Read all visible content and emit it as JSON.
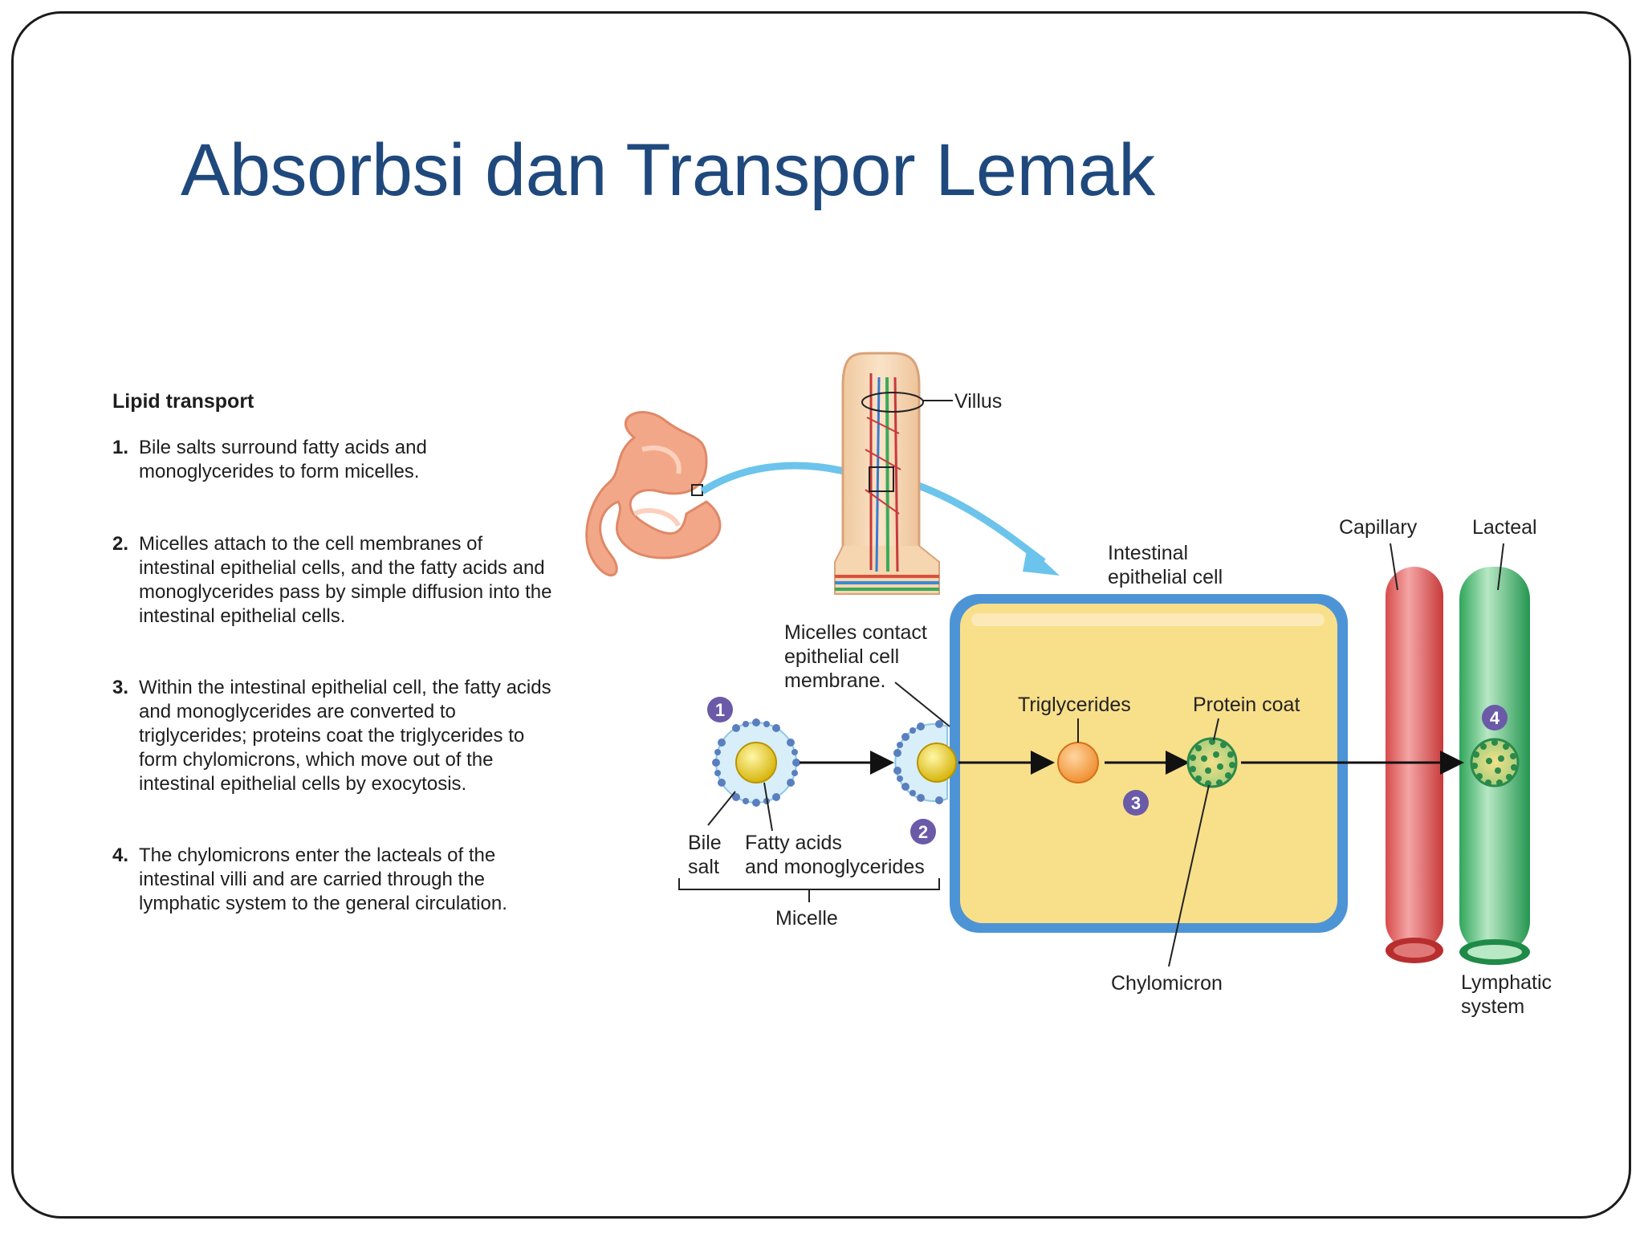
{
  "slide": {
    "title": "Absorbsi dan Transpor Lemak"
  },
  "lipid_transport": {
    "heading": "Lipid transport",
    "steps": [
      {
        "num": "1.",
        "text": "Bile salts surround fatty acids and monoglycerides to form micelles."
      },
      {
        "num": "2.",
        "text": "Micelles attach to the cell membranes of intestinal epithelial cells, and the fatty acids and monoglycerides pass by simple diffusion into the intestinal epithelial cells."
      },
      {
        "num": "3.",
        "text": "Within the intestinal epithelial cell, the fatty acids and monoglycerides are converted to triglycerides; proteins coat the triglycerides to form chylomicrons, which move out of the intestinal epithelial cells by exocytosis."
      },
      {
        "num": "4.",
        "text": "The chylomicrons enter the lacteals of the intestinal villi and are carried through the lymphatic system to the general circulation."
      }
    ]
  },
  "diagram": {
    "labels": {
      "villus": "Villus",
      "intestinal_cell_line1": "Intestinal",
      "intestinal_cell_line2": "epithelial cell",
      "capillary": "Capillary",
      "lacteal": "Lacteal",
      "micelles_contact_line1": "Micelles contact",
      "micelles_contact_line2": "epithelial cell",
      "micelles_contact_line3": "membrane.",
      "triglycerides": "Triglycerides",
      "protein_coat": "Protein coat",
      "bile_line1": "Bile",
      "bile_line2": "salt",
      "fatty_line1": "Fatty acids",
      "fatty_line2": "and monoglycerides",
      "micelle": "Micelle",
      "chylomicron": "Chylomicron",
      "lymphatic_line1": "Lymphatic",
      "lymphatic_line2": "system"
    },
    "badges": [
      "1",
      "2",
      "3",
      "4"
    ]
  }
}
